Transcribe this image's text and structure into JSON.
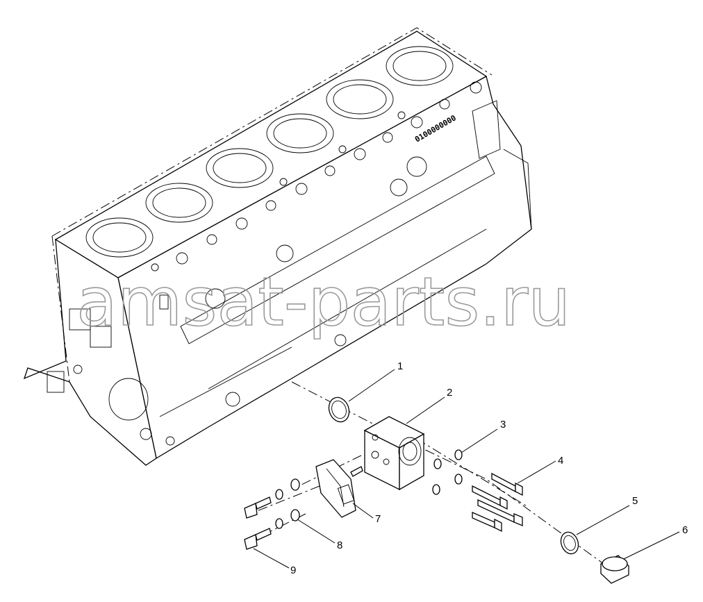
{
  "diagram": {
    "watermark": "amsat-parts.ru",
    "serial_stamp": "0100000000",
    "callouts": [
      "1",
      "2",
      "3",
      "4",
      "5",
      "6",
      "7",
      "8",
      "9"
    ]
  }
}
